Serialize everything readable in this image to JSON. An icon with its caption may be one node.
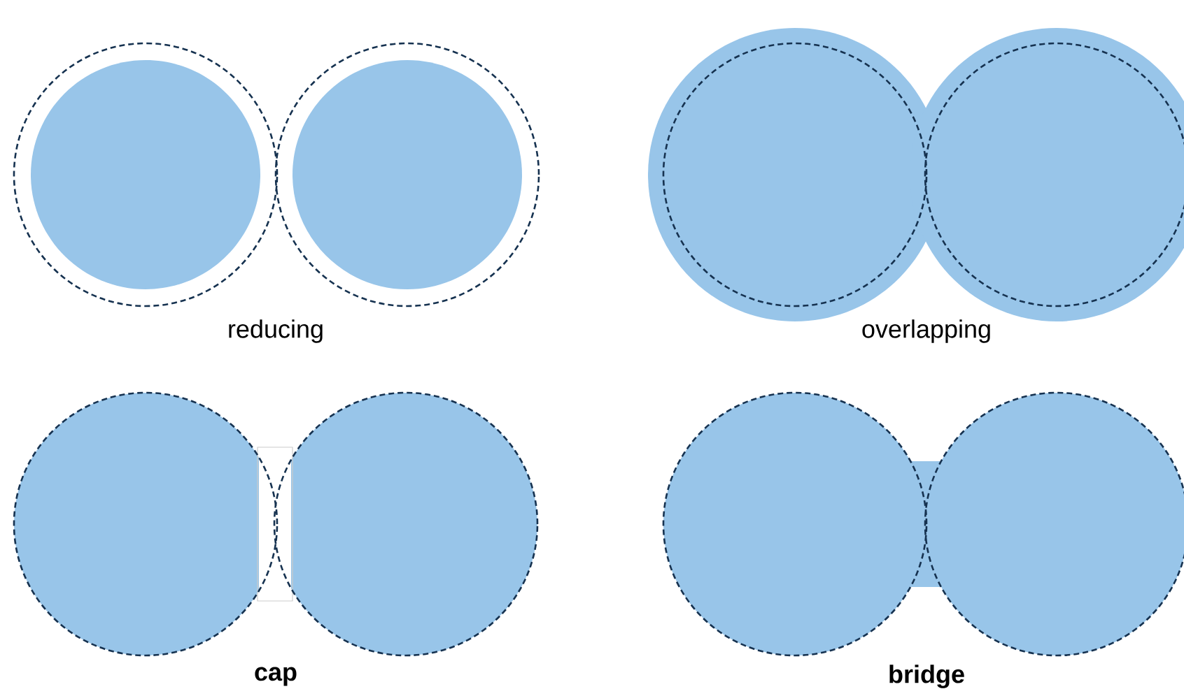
{
  "diagram": {
    "labels": [
      "reducing",
      "overlapping",
      "cap",
      "bridge"
    ]
  }
}
